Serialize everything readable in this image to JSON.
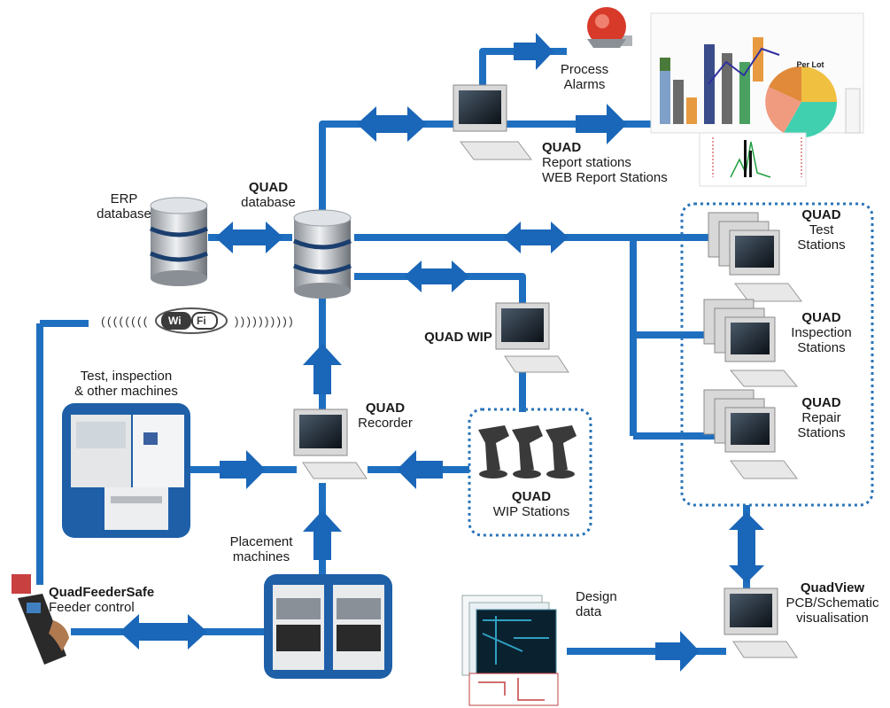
{
  "labels": {
    "process_alarms_1": "Process",
    "process_alarms_2": "Alarms",
    "report_bold": "QUAD",
    "report_line1": "Report stations",
    "report_line2": "WEB Report Stations",
    "erp_1": "ERP",
    "erp_2": "database",
    "quad_db_bold": "QUAD",
    "quad_db_line": "database",
    "test_bold": "QUAD",
    "test_1": "Test",
    "test_2": "Stations",
    "inspection_bold": "QUAD",
    "inspection_1": "Inspection",
    "inspection_2": "Stations",
    "repair_bold": "QUAD",
    "repair_1": "Repair",
    "repair_2": "Stations",
    "quad_wip": "QUAD WIP",
    "wip_bold": "QUAD",
    "wip_line": "WIP Stations",
    "recorder_bold": "QUAD",
    "recorder_line": "Recorder",
    "test_machines_1": "Test, inspection",
    "test_machines_2": "& other machines",
    "placement_1": "Placement",
    "placement_2": "machines",
    "feeder_bold": "QuadFeederSafe",
    "feeder_line": "Feeder control",
    "design_1": "Design",
    "design_2": "data",
    "quadview_bold": "QuadView",
    "quadview_1": "PCB/Schematic",
    "quadview_2": "visualisation",
    "wifi_waves_left": "((((((((",
    "wifi_waves_right": "))))))))))",
    "wifi_logo_1": "Wi",
    "wifi_logo_2": "Fi",
    "chart_title": "Per Lot"
  },
  "colors": {
    "connector": "#1f6fc0",
    "arrow": "#1a66b8",
    "panel": "#1e5fa8",
    "dotted_box": "#2a74b8"
  }
}
